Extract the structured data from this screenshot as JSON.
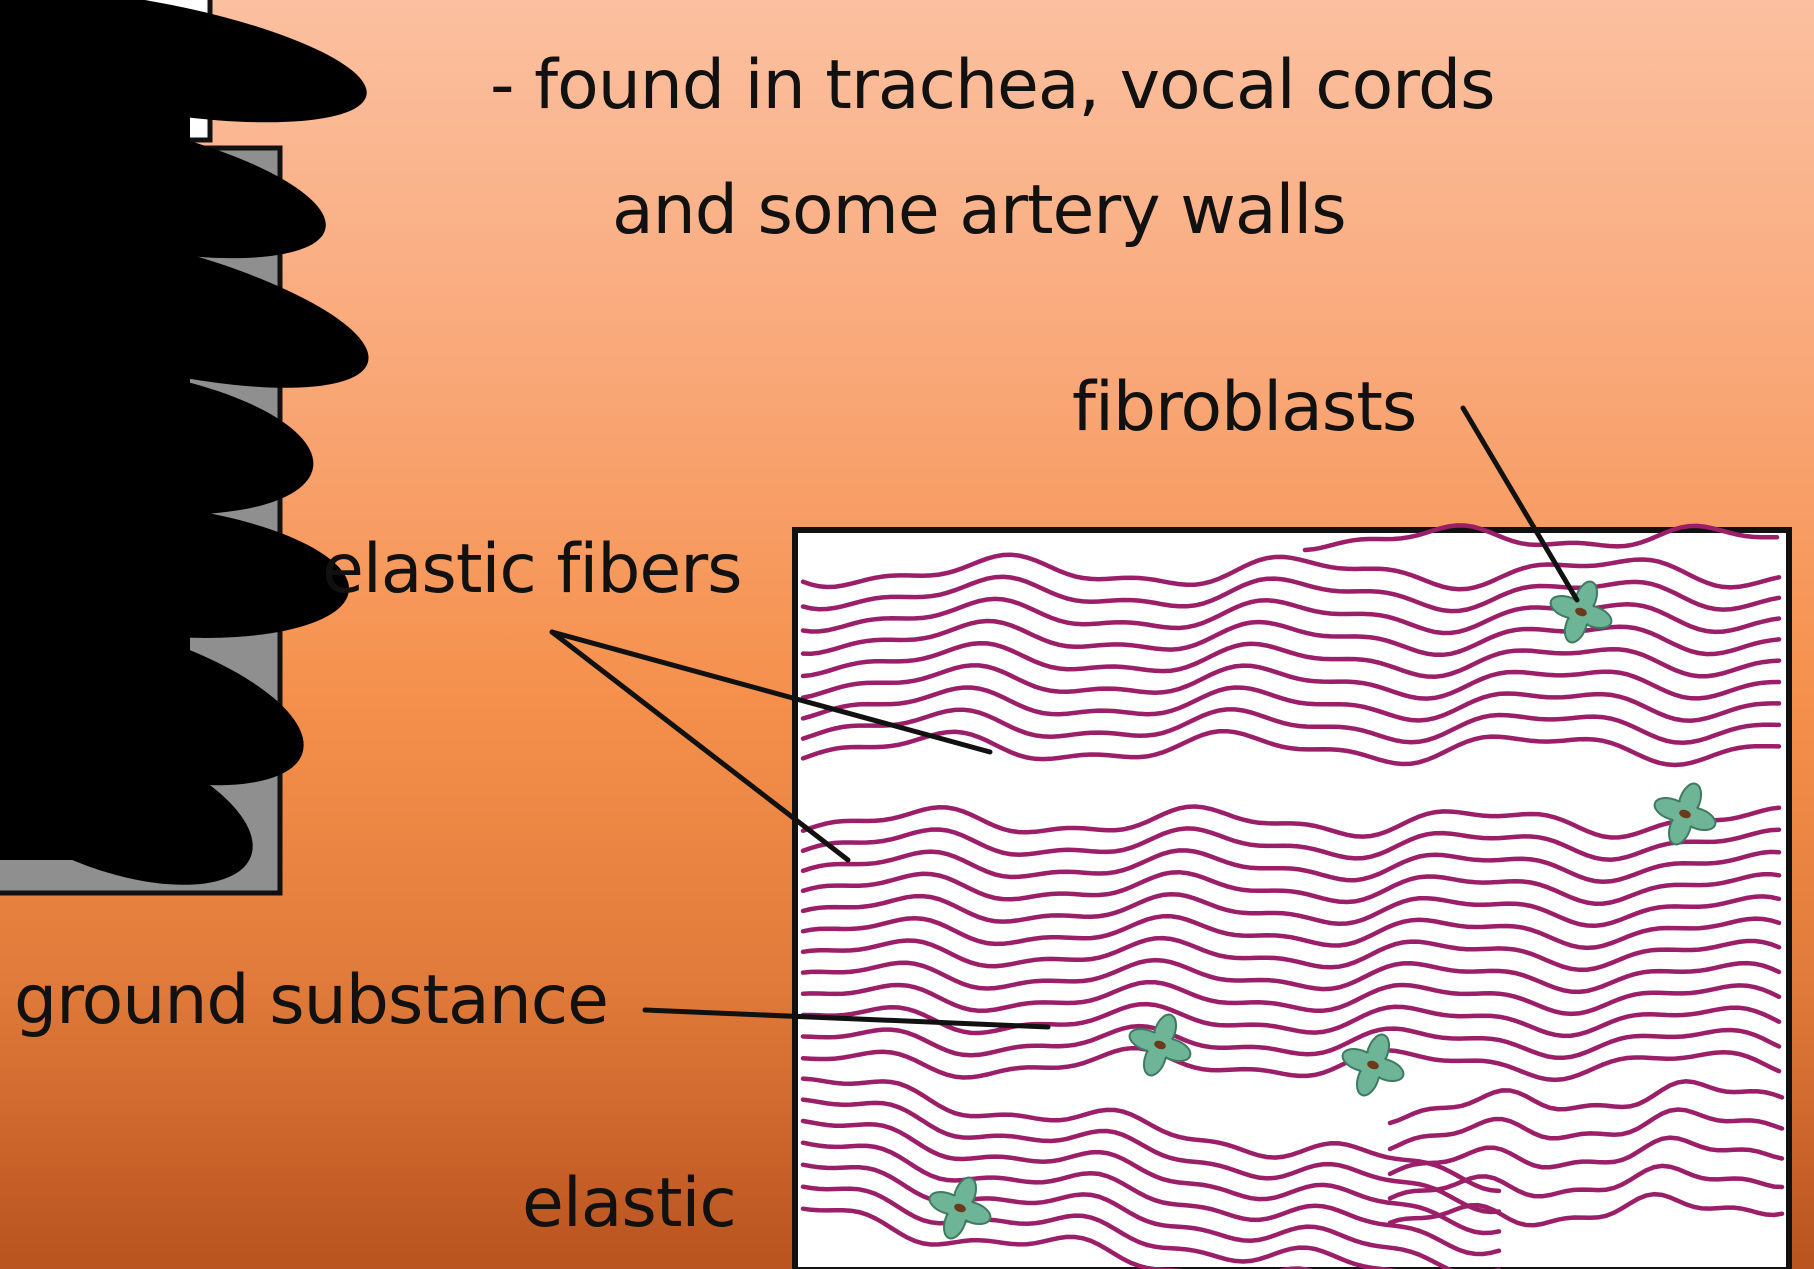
{
  "caption": {
    "line1": "- found in trachea, vocal cords",
    "line2": "and some artery walls"
  },
  "labels": {
    "fibroblasts": "fibroblasts",
    "elastic_fibers": "elastic fibers",
    "ground_substance": "ground substance",
    "elastic": "elastic"
  },
  "colors": {
    "fiber": "#9b1e68",
    "fibroblast_fill": "#6db596",
    "fibroblast_nucleus": "#6b3a1c",
    "redaction": "#000000",
    "left_panel": "#8f8f8f",
    "tissue_bg": "#ffffff",
    "leader_line": "#111111"
  }
}
